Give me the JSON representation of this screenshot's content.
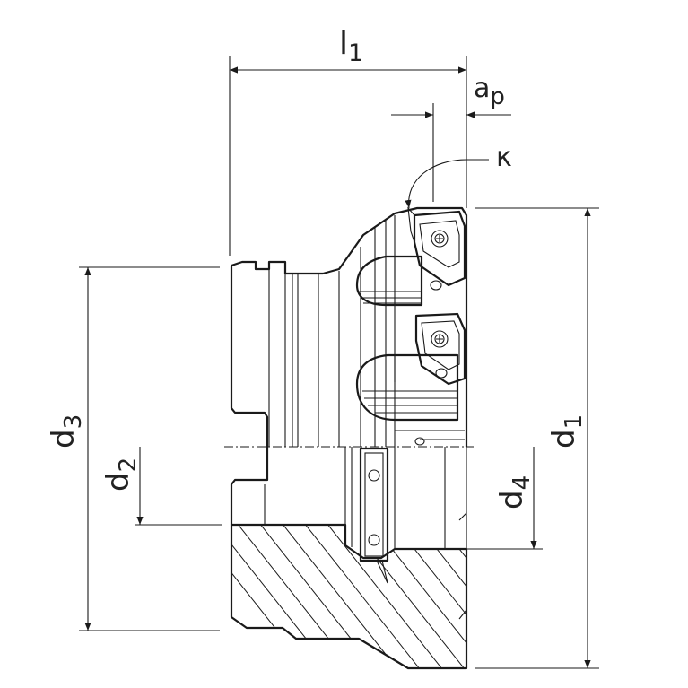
{
  "labels": {
    "l1": {
      "main": "l",
      "sub": "1"
    },
    "ap": {
      "main": "a",
      "sub": "p"
    },
    "kappa": "κ",
    "d1": {
      "main": "d",
      "sub": "1"
    },
    "d2": {
      "main": "d",
      "sub": "2"
    },
    "d3": {
      "main": "d",
      "sub": "3"
    },
    "d4": {
      "main": "d",
      "sub": "4"
    }
  }
}
